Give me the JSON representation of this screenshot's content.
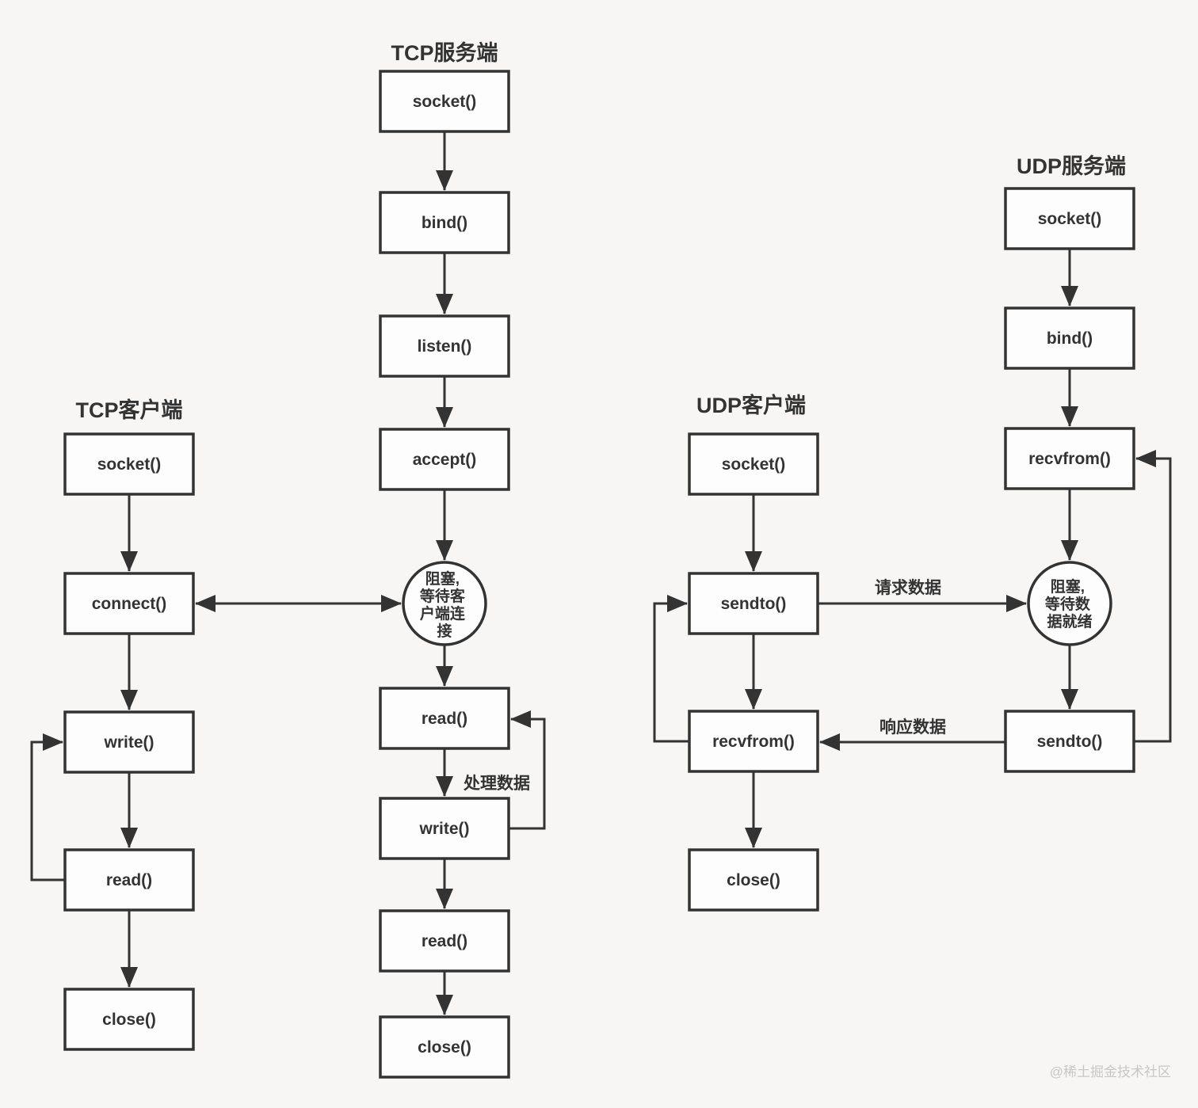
{
  "flows": {
    "tcp_client": {
      "title": "TCP客户端",
      "socket": "socket()",
      "connect": "connect()",
      "write": "write()",
      "read": "read()",
      "close": "close()"
    },
    "tcp_server": {
      "title": "TCP服务端",
      "socket": "socket()",
      "bind": "bind()",
      "listen": "listen()",
      "accept": "accept()",
      "read": "read()",
      "write": "write()",
      "read2": "read()",
      "close": "close()",
      "block": {
        "l1": "阻塞,",
        "l2": "等待客",
        "l3": "户端连",
        "l4": "接"
      }
    },
    "udp_client": {
      "title": "UDP客户端",
      "socket": "socket()",
      "sendto": "sendto()",
      "recvfrom": "recvfrom()",
      "close": "close()"
    },
    "udp_server": {
      "title": "UDP服务端",
      "socket": "socket()",
      "bind": "bind()",
      "recvfrom": "recvfrom()",
      "sendto": "sendto()",
      "block": {
        "l1": "阻塞,",
        "l2": "等待数",
        "l3": "据就绪"
      }
    }
  },
  "edge_labels": {
    "process_data": "处理数据",
    "request_data": "请求数据",
    "response_data": "响应数据"
  },
  "watermark": "@稀土掘金技术社区",
  "colors": {
    "background": "#f7f6f5",
    "stroke": "#333333",
    "box_fill": "#fdfdfd",
    "text": "#333333",
    "watermark": "#c9c7c4"
  }
}
